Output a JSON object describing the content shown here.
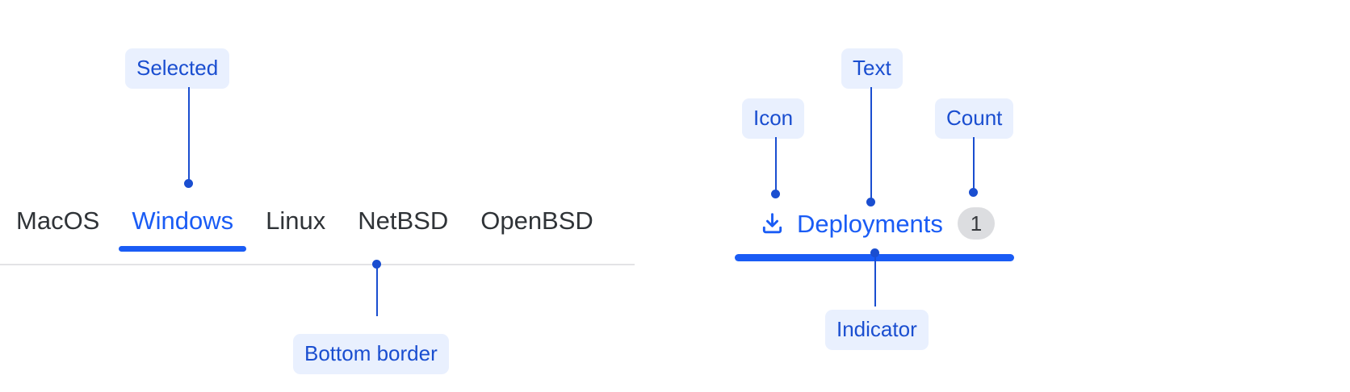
{
  "left_example": {
    "name": "os-tabs",
    "tabs": [
      {
        "label": "MacOS",
        "selected": false
      },
      {
        "label": "Windows",
        "selected": true
      },
      {
        "label": "Linux",
        "selected": false
      },
      {
        "label": "NetBSD",
        "selected": false
      },
      {
        "label": "OpenBSD",
        "selected": false
      }
    ],
    "annotations": [
      {
        "id": "selected",
        "label": "Selected"
      },
      {
        "id": "bottom-border",
        "label": "Bottom border"
      }
    ]
  },
  "right_example": {
    "name": "deployments-tab",
    "tab": {
      "icon": "download-icon",
      "label": "Deployments",
      "count": "1",
      "selected": true
    },
    "annotations": [
      {
        "id": "icon",
        "label": "Icon"
      },
      {
        "id": "text",
        "label": "Text"
      },
      {
        "id": "count",
        "label": "Count"
      },
      {
        "id": "indicator",
        "label": "Indicator"
      }
    ]
  },
  "colors": {
    "accent_blue": "#1a5cf5",
    "annotation_blue": "#1a4ed0",
    "annotation_chip_bg": "#e9f0fe",
    "tab_text": "#2f3337",
    "divider": "#e3e3e6",
    "count_badge_bg": "#dcdde0",
    "count_badge_text": "#36393d",
    "background": "#ffffff"
  }
}
